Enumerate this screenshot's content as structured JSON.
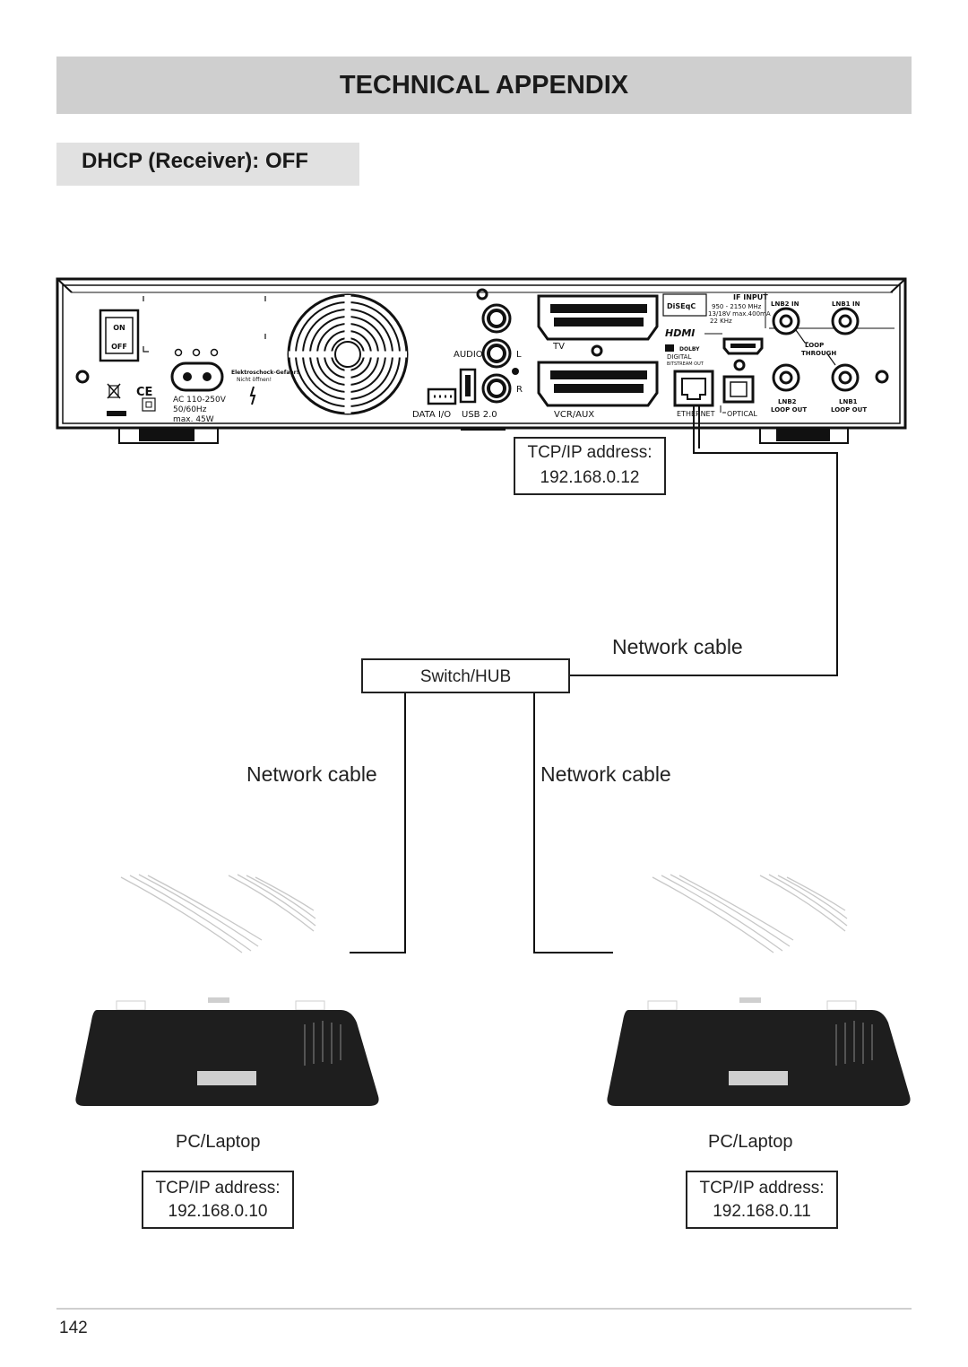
{
  "header": {
    "title": "TECHNICAL APPENDIX"
  },
  "section": {
    "title": "DHCP (Receiver): OFF"
  },
  "receiver": {
    "panel_labels": {
      "on": "ON",
      "off": "OFF",
      "power_rating_1": "AC  110-250V",
      "power_rating_2": "50/60Hz",
      "power_rating_3": "max. 45W",
      "warning_1": "Elektroschock-Gefahr!",
      "warning_2": "Nicht  öffnen!",
      "audio": "AUDIO",
      "audio_l": "L",
      "audio_r": "R",
      "data_io": "DATA  I/O",
      "usb": "USB  2.0",
      "tv": "TV",
      "vcr_aux": "VCR/AUX",
      "diseqc": "DiSEqC",
      "if_input": "IF INPUT",
      "if_spec_1": "950  -  2150  MHz",
      "if_spec_2": "13/18V  max.400mA",
      "if_spec_3": "22  KHz",
      "hdmi": "HDMI",
      "dolby": "DOLBY",
      "digital": "DIGITAL",
      "bitstream_out": "BITSTREAM  OUT",
      "ethernet": "ETHERNET",
      "optical": "OPTICAL",
      "lnb2_in": "LNB2  IN",
      "lnb1_in": "LNB1  IN",
      "loop_through_1": "LOOP",
      "loop_through_2": "THROUGH",
      "lnb2_loop_1": "LNB2",
      "lnb2_loop_2": "LOOP  OUT",
      "lnb1_loop_1": "LNB1",
      "lnb1_loop_2": "LOOP  OUT"
    },
    "tcpip_label": "TCP/IP address:",
    "tcpip_address": "192.168.0.12"
  },
  "switch": {
    "label": "Switch/HUB"
  },
  "cables": {
    "receiver_to_switch": "Network cable",
    "switch_to_pc_left": "Network cable",
    "switch_to_pc_right": "Network cable"
  },
  "pcs": [
    {
      "label": "PC/Laptop",
      "tcpip_label": "TCP/IP address:",
      "tcpip_address": "192.168.0.10"
    },
    {
      "label": "PC/Laptop",
      "tcpip_label": "TCP/IP address:",
      "tcpip_address": "192.168.0.11"
    }
  ],
  "footer": {
    "page_number": "142"
  },
  "colors": {
    "header_bg": "#cfcfcf",
    "subheader_bg": "#e1e1e1",
    "line": "#111111",
    "device_fill": "#1e1e1e"
  }
}
